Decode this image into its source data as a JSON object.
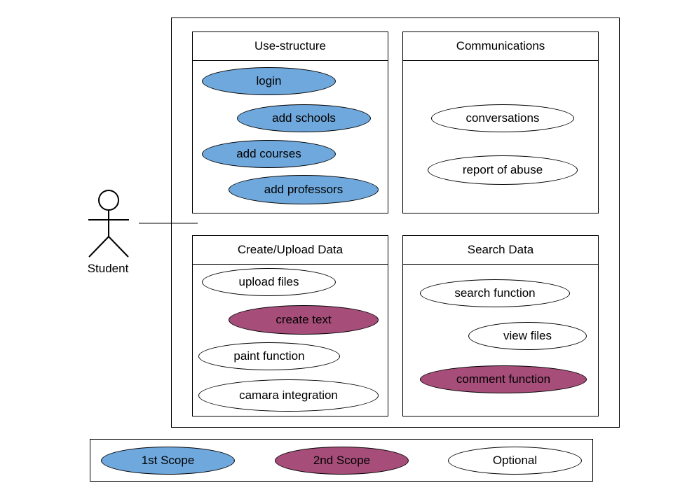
{
  "colors": {
    "scope1": "#6fa8dc",
    "scope2": "#a64d79",
    "optional": "#ffffff",
    "line": "#000000"
  },
  "actor": {
    "label": "Student"
  },
  "packages": {
    "use_structure": {
      "title": "Use-structure",
      "cases": [
        "login",
        "add schools",
        "add courses",
        "add professors"
      ],
      "scopes": [
        "1st",
        "1st",
        "1st",
        "1st"
      ]
    },
    "communications": {
      "title": "Communications",
      "cases": [
        "conversations",
        "report of abuse"
      ],
      "scopes": [
        "optional",
        "optional"
      ]
    },
    "create_upload": {
      "title": "Create/Upload Data",
      "cases": [
        "upload files",
        "create text",
        "paint function",
        "camara integration"
      ],
      "scopes": [
        "optional",
        "2nd",
        "optional",
        "optional"
      ]
    },
    "search_data": {
      "title": "Search Data",
      "cases": [
        "search function",
        "view files",
        "comment function"
      ],
      "scopes": [
        "optional",
        "optional",
        "2nd"
      ]
    }
  },
  "legend": {
    "scope1": "1st Scope",
    "scope2": "2nd Scope",
    "optional": "Optional"
  }
}
